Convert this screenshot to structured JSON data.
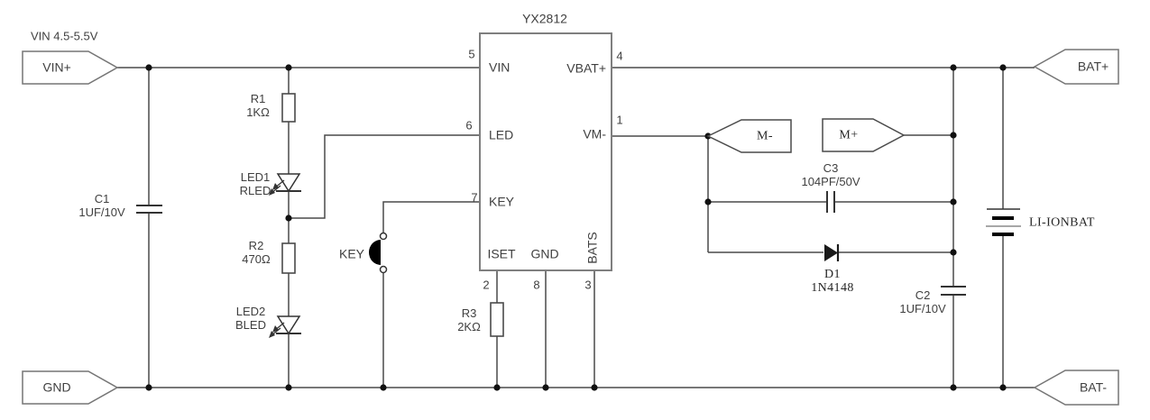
{
  "colors": {
    "wire": "#4a4a4a",
    "ic_outline": "#7f7f7f",
    "text": "#3f3f3f"
  },
  "power_note": "VIN 4.5-5.5V",
  "connectors": {
    "vin_plus": "VIN+",
    "gnd": "GND",
    "bat_plus": "BAT+",
    "bat_minus": "BAT-",
    "m_minus": "M-",
    "m_plus": "M+"
  },
  "ic": {
    "title": "YX2812",
    "pins": {
      "vin": {
        "num": "5",
        "label": "VIN"
      },
      "led": {
        "num": "6",
        "label": "LED"
      },
      "key": {
        "num": "7",
        "label": "KEY"
      },
      "vbat_plus": {
        "num": "4",
        "label": "VBAT+"
      },
      "vm_minus": {
        "num": "1",
        "label": "VM-"
      },
      "iset": {
        "num": "2",
        "label": "ISET"
      },
      "gnd": {
        "num": "8",
        "label": "GND"
      },
      "bats": {
        "num": "3",
        "label": "BATS"
      }
    }
  },
  "components": {
    "c1": {
      "ref": "C1",
      "value": "1UF/10V"
    },
    "r1": {
      "ref": "R1",
      "value": "1KΩ"
    },
    "r2": {
      "ref": "R2",
      "value": "470Ω"
    },
    "r3": {
      "ref": "R3",
      "value": "2KΩ"
    },
    "led1": {
      "ref": "LED1",
      "value": "RLED"
    },
    "led2": {
      "ref": "LED2",
      "value": "BLED"
    },
    "key_button": {
      "label": "KEY"
    },
    "c3": {
      "ref": "C3",
      "value": "104PF/50V"
    },
    "d1": {
      "ref": "D1",
      "value": "1N4148"
    },
    "c2": {
      "ref": "C2",
      "value": "1UF/10V"
    },
    "battery": {
      "label": "LI-IONBAT"
    }
  }
}
